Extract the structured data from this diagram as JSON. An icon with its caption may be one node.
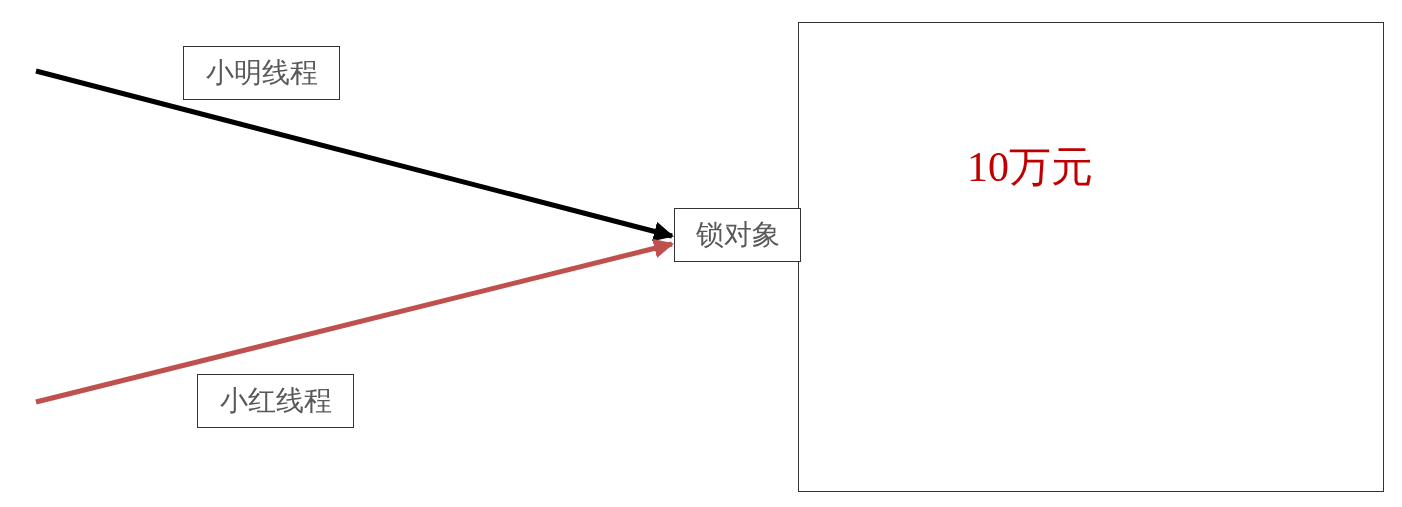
{
  "diagram": {
    "nodes": [
      {
        "text": [
          "小明线程"
        ]
      },
      {
        "text": [
          "10万元"
        ]
      },
      {
        "text": [
          "锁对象"
        ]
      },
      {
        "text": [
          "小红线程"
        ]
      }
    ],
    "edges": [
      {
        "from": null,
        "to": 2,
        "arrow": "to"
      },
      {
        "from": null,
        "to": 2,
        "arrow": "to",
        "color": "#c0504d"
      }
    ]
  }
}
